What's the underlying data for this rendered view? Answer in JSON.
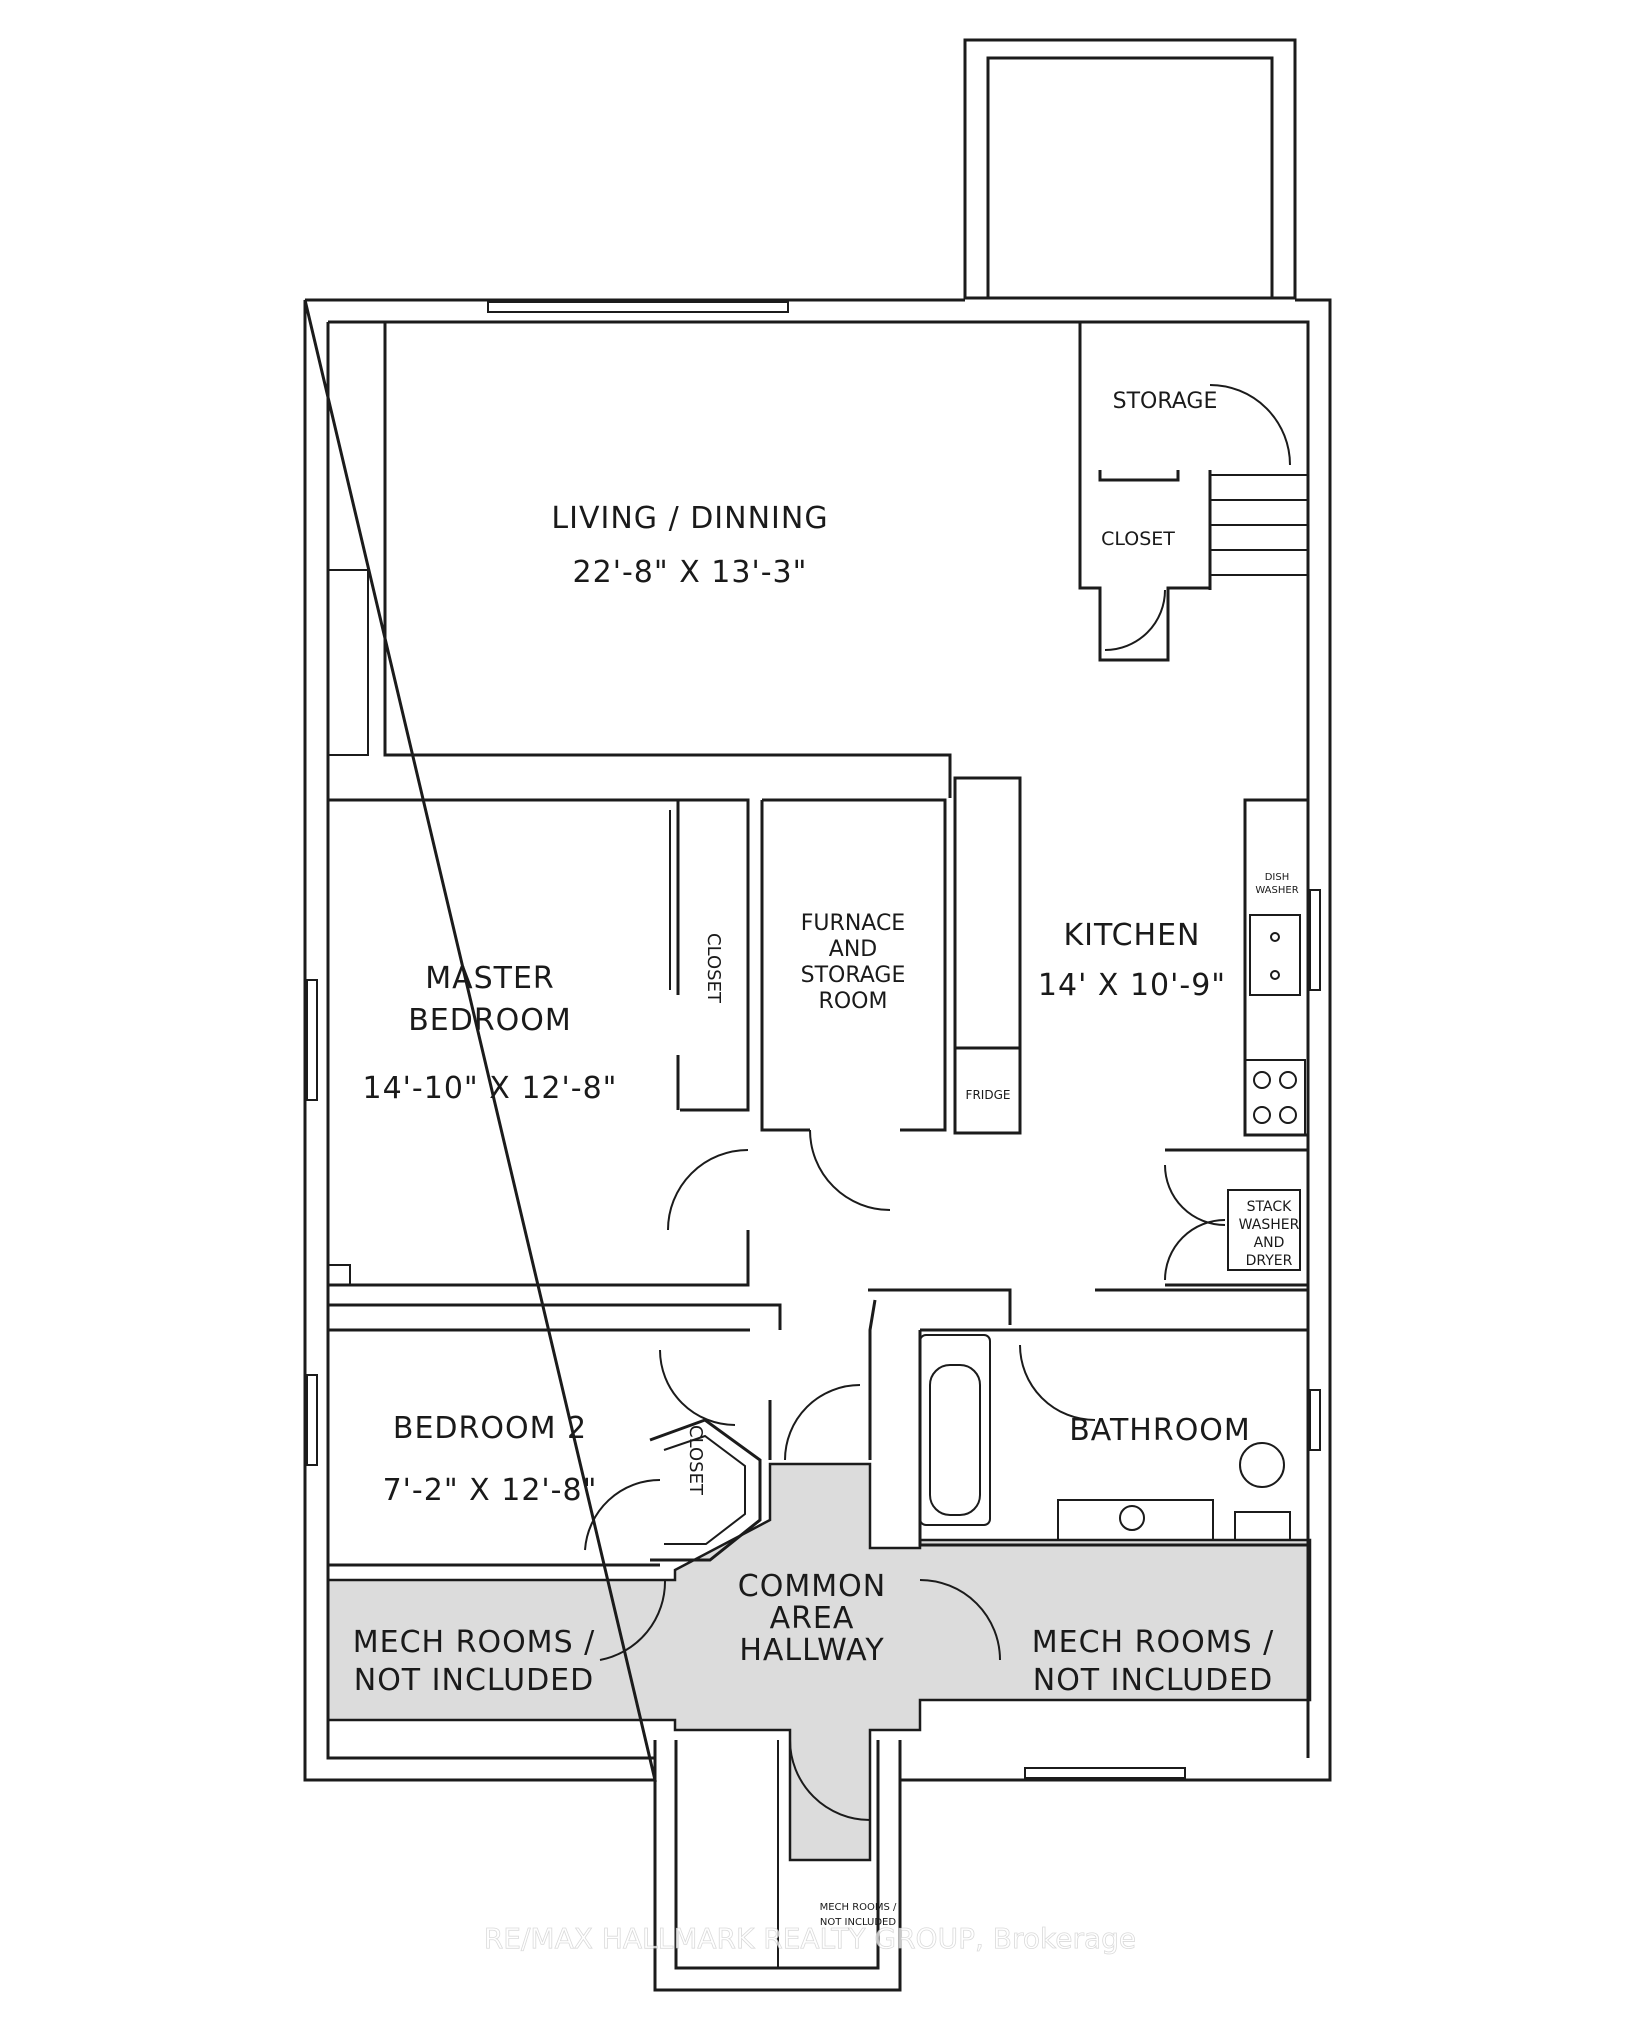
{
  "rooms": {
    "living": {
      "name": "LIVING / DINNING",
      "size": "22'-8\" X 13'-3\""
    },
    "storage": {
      "name": "STORAGE"
    },
    "closet_top": {
      "name": "CLOSET"
    },
    "master": {
      "name_line1": "MASTER",
      "name_line2": "BEDROOM",
      "size": "14'-10\" X 12'-8\""
    },
    "closet_master": {
      "name": "CLOSET"
    },
    "furnace": {
      "line1": "FURNACE",
      "line2": "AND",
      "line3": "STORAGE",
      "line4": "ROOM"
    },
    "kitchen": {
      "name": "KITCHEN",
      "size": "14' X 10'-9\""
    },
    "dishwasher": {
      "line1": "DISH",
      "line2": "WASHER"
    },
    "fridge": {
      "name": "FRIDGE"
    },
    "laundry": {
      "line1": "STACK",
      "line2": "WASHER",
      "line3": "AND",
      "line4": "DRYER"
    },
    "bedroom2": {
      "name": "BEDROOM 2",
      "size": "7'-2\" X 12'-8\""
    },
    "closet_b2": {
      "name": "CLOSET"
    },
    "bathroom": {
      "name": "BATHROOM"
    },
    "common": {
      "line1": "COMMON",
      "line2": "AREA",
      "line3": "HALLWAY"
    },
    "mech_left": {
      "line1": "MECH ROOMS /",
      "line2": "NOT INCLUDED"
    },
    "mech_right": {
      "line1": "MECH ROOMS /",
      "line2": "NOT INCLUDED"
    },
    "mech_small": {
      "line1": "MECH ROOMS /",
      "line2": "NOT INCLUDED"
    }
  },
  "watermark": "RE/MAX HALLMARK REALTY GROUP, Brokerage"
}
